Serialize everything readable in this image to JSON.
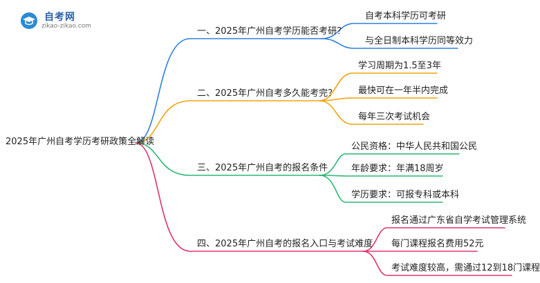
{
  "logo": {
    "name": "自考网",
    "url": "zikao-zikao.com"
  },
  "root": "2025年广州自考学历考研政策全解读",
  "branches": [
    {
      "label": "一、2025年广州自考学历能否考研？",
      "color": "#2f7fe0",
      "leaves": [
        "自考本科学历可考研",
        "与全日制本科学历同等效力"
      ]
    },
    {
      "label": "二、2025年广州自考多久能考完？",
      "color": "#f0a30a",
      "leaves": [
        "学习周期为1.5至3年",
        "最快可在一年半内完成",
        "每年三次考试机会"
      ]
    },
    {
      "label": "三、2025年广州自考的报名条件",
      "color": "#2bb673",
      "leaves": [
        "公民资格：中华人民共和国公民",
        "年龄要求：年满18周岁",
        "学历要求：可报专科或本科"
      ]
    },
    {
      "label": "四、2025年广州自考的报名入口与考试难度",
      "color": "#e0336b",
      "leaves": [
        "报名通过广东省自学考试管理系统",
        "每门课程报名费用52元",
        "考试难度较高，需通过12到18门课程"
      ]
    }
  ]
}
